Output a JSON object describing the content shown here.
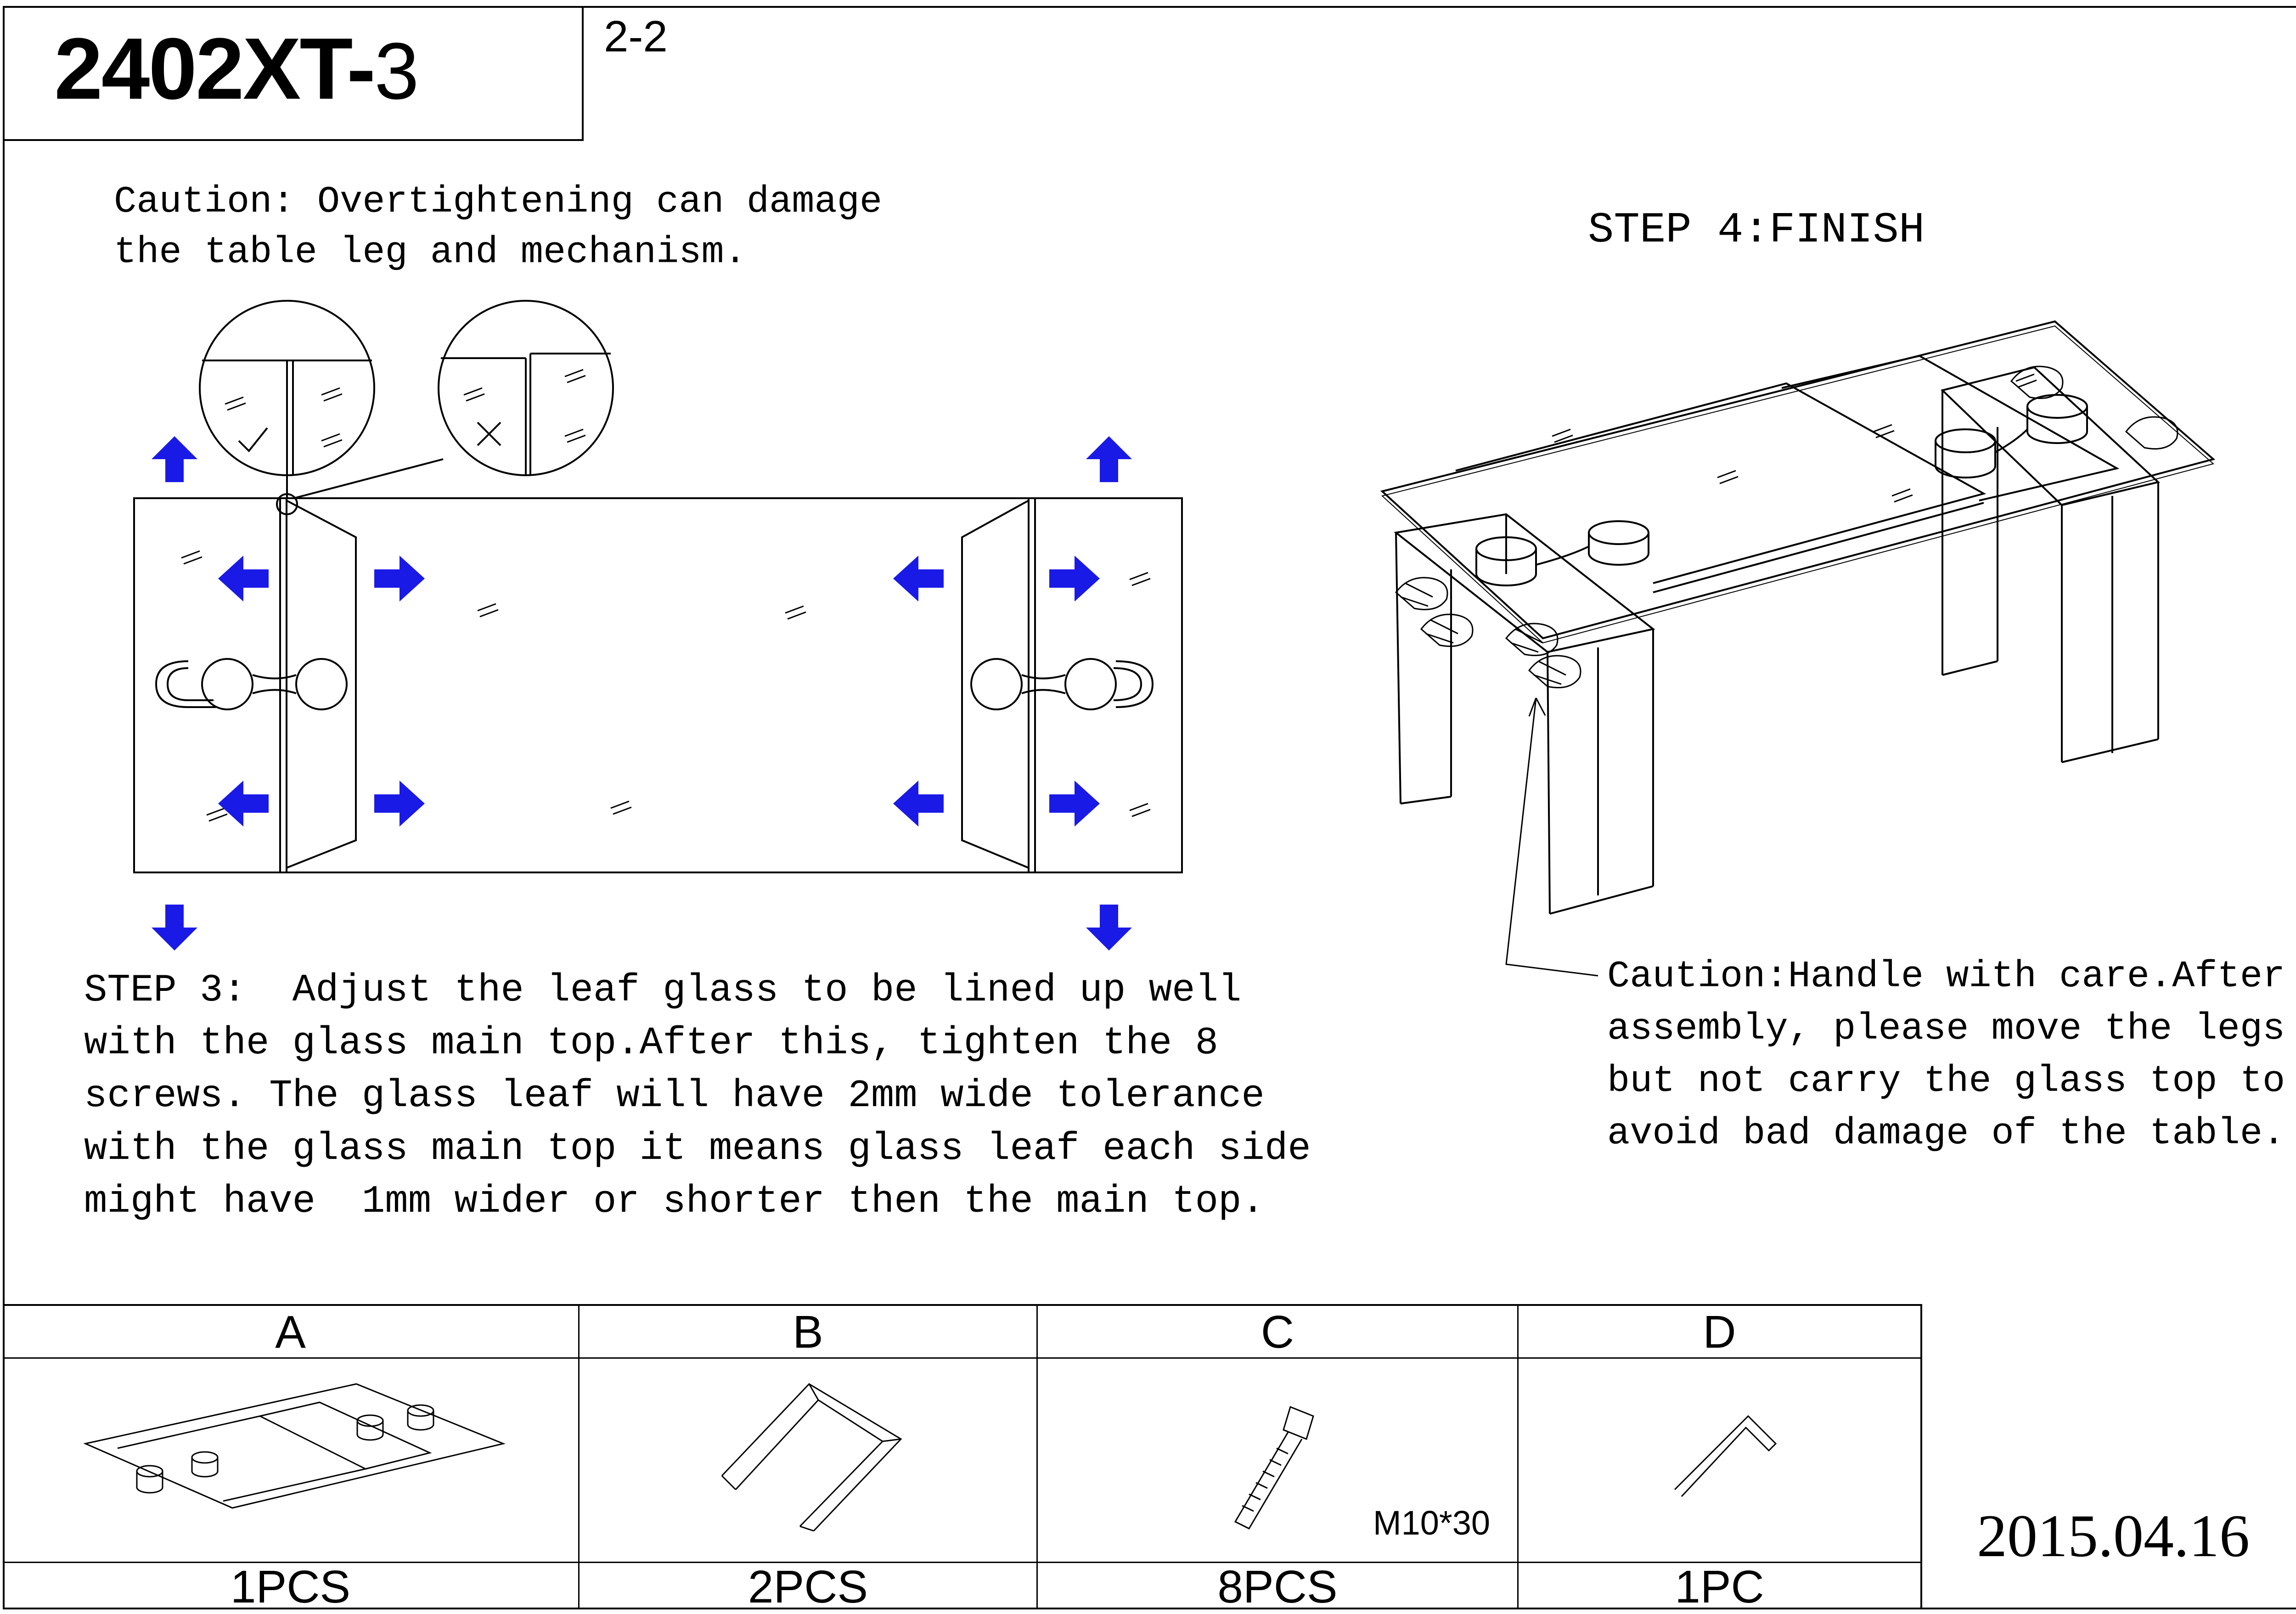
{
  "header": {
    "model_bold": "2402XT-",
    "model_suffix": "3",
    "page": "2-2"
  },
  "caution_top": {
    "lines": [
      "Caution: Overtightening can damage",
      "the table leg and mechanism."
    ]
  },
  "step4": {
    "title": "STEP 4:FINISH"
  },
  "step3": {
    "lines": [
      "STEP 3:  Adjust the leaf glass to be lined up well",
      "with the glass main top.After this, tighten the 8",
      "screws. The glass leaf will have 2mm wide tolerance",
      "with the glass main top it means glass leaf each side",
      "might have  1mm wider or shorter then the main top."
    ]
  },
  "caution_right": {
    "lines": [
      "Caution:Handle with care.After",
      "assembly, please move the legs",
      "but not carry the glass top to",
      "avoid bad damage of the table."
    ]
  },
  "parts": [
    {
      "letter": "A",
      "qty": "1PCS",
      "item": "glass top"
    },
    {
      "letter": "B",
      "qty": "2PCS",
      "item": "leg"
    },
    {
      "letter": "C",
      "qty": "8PCS",
      "item": "screw",
      "spec": "M10*30"
    },
    {
      "letter": "D",
      "qty": "1PC",
      "item": "allen key"
    }
  ],
  "date": "2015.04.16",
  "colors": {
    "arrow": "#1a1ae6",
    "line": "#000000"
  },
  "icons": {
    "correct_mark": "check-icon",
    "wrong_mark": "cross-icon",
    "move_arrows": "arrow-icon"
  }
}
